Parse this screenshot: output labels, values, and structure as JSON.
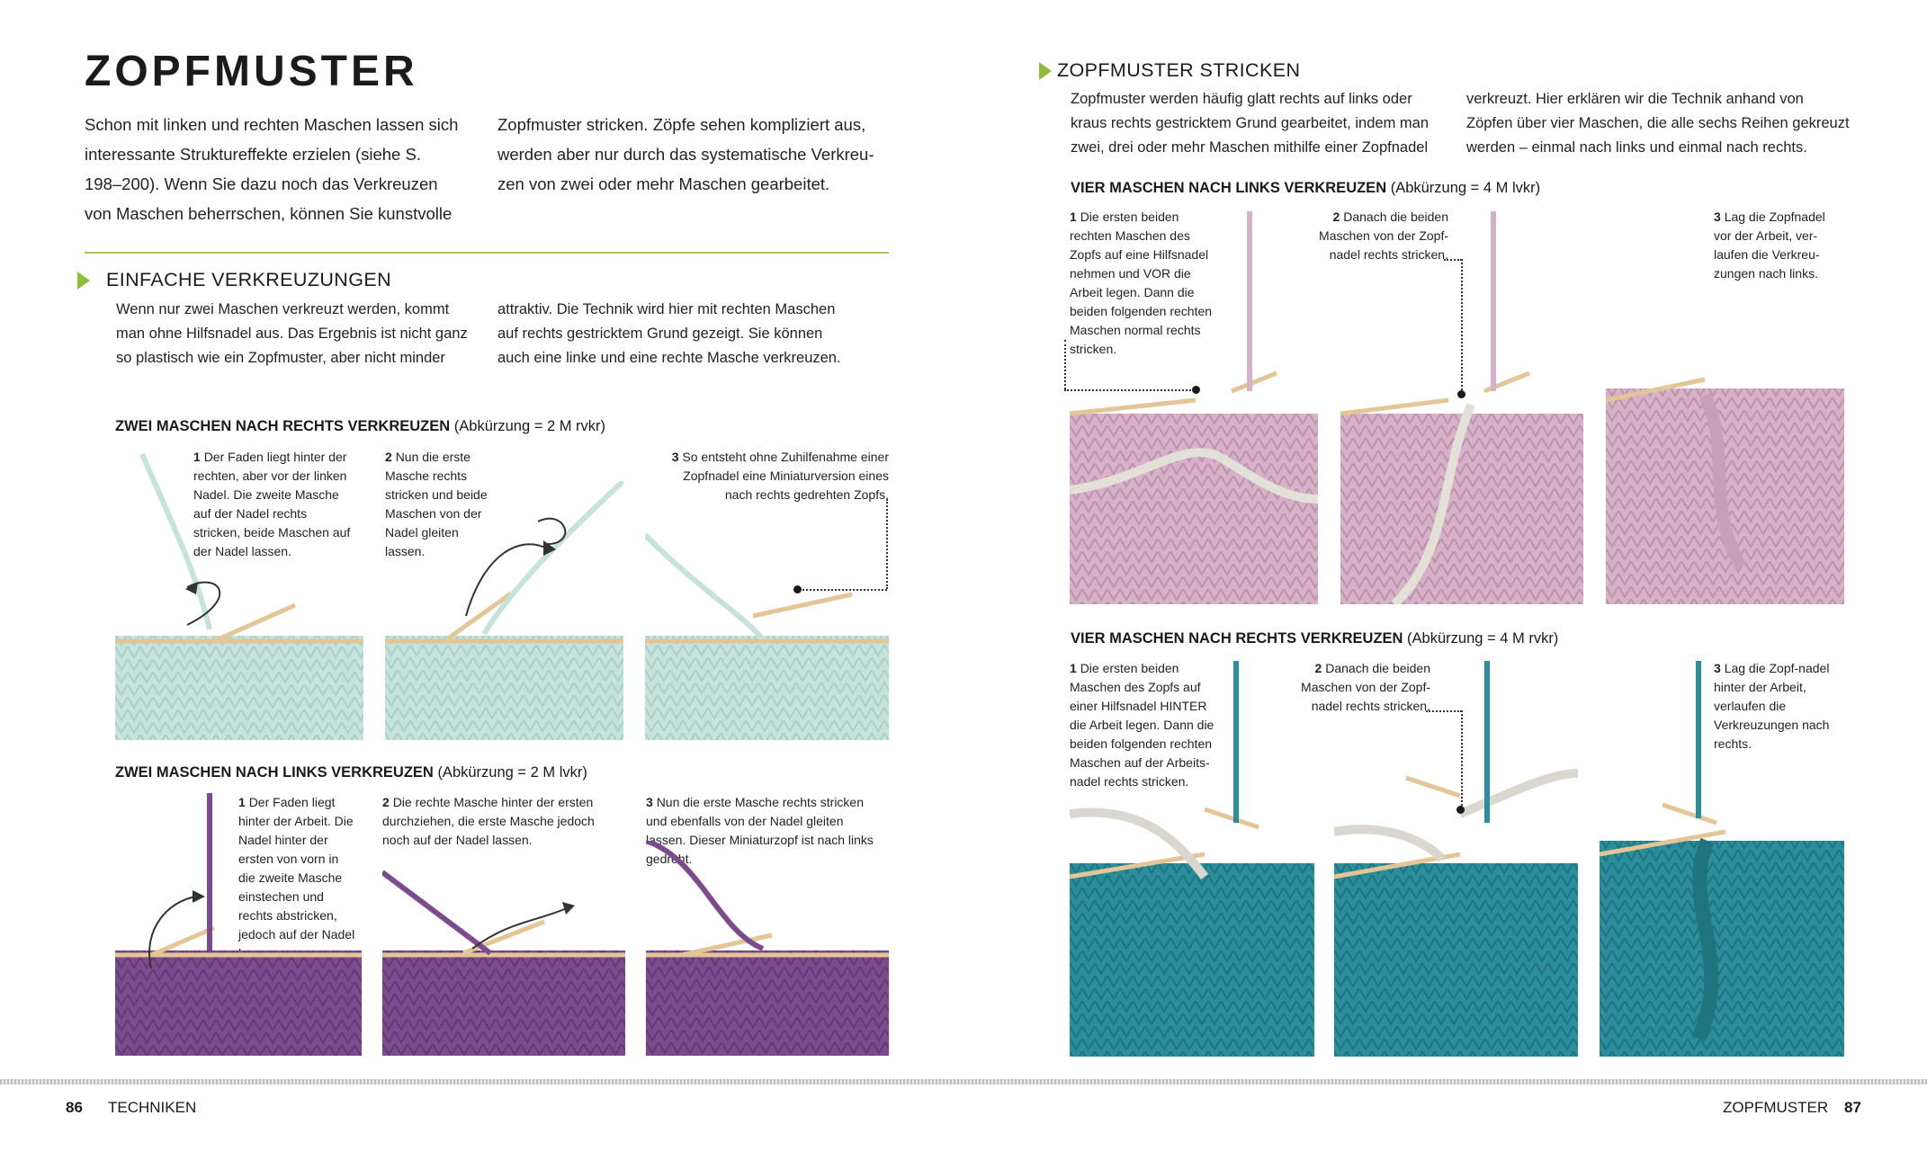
{
  "left": {
    "title": "ZOPFMUSTER",
    "intro_col1": "Schon mit linken und rechten Maschen lassen sich interessante Struktureffekte erzielen (siehe S. 198–200). Wenn Sie dazu noch das Verkreuzen von Maschen beherrschen, können Sie kunstvolle",
    "intro_col2": "Zopfmuster stricken. Zöpfe sehen kompliziert aus, werden aber nur durch das systematische Verkreu-zen von zwei oder mehr Maschen gearbeitet.",
    "section_title": "EINFACHE VERKREUZUNGEN",
    "section_col1": "Wenn nur zwei Maschen verkreuzt werden, kommt man ohne Hilfsnadel aus. Das Ergebnis ist nicht ganz so plastisch wie ein Zopfmuster, aber nicht minder",
    "section_col2": "attraktiv. Die Technik wird hier mit rechten Maschen auf rechts gestricktem Grund gezeigt. Sie können auch eine linke und eine rechte Masche verkreuzen.",
    "rvkr": {
      "heading": "ZWEI MASCHEN NACH RECHTS VERKREUZEN",
      "abbr": "(Abkürzung = 2 M rvkr)",
      "s1n": "1",
      "s1": "Der Faden liegt hinter der rechten, aber vor der linken Nadel. Die zweite Masche auf der Nadel rechts stricken, beide Maschen auf der Nadel lassen.",
      "s2n": "2",
      "s2": "Nun die erste Masche rechts stricken und beide Maschen von der Nadel gleiten lassen.",
      "s3n": "3",
      "s3": "So entsteht ohne Zuhilfenahme einer Zopfnadel eine Miniaturversion eines nach rechts gedrehten Zopfs."
    },
    "lvkr": {
      "heading": "ZWEI MASCHEN NACH LINKS VERKREUZEN",
      "abbr": "(Abkürzung = 2 M lvkr)",
      "s1n": "1",
      "s1": "Der Faden liegt hinter der Arbeit. Die Nadel hinter der ersten von vorn in die zweite Masche einstechen und rechts abstricken, jedoch auf der Nadel lassen.",
      "s2n": "2",
      "s2": "Die rechte Masche hinter der ersten durchziehen, die erste Masche jedoch noch auf der Nadel lassen.",
      "s3n": "3",
      "s3": "Nun die erste Masche rechts stricken und ebenfalls von der Nadel gleiten lassen. Dieser Miniaturzopf ist nach links gedreht."
    },
    "footer_page": "86",
    "footer_label": "TECHNIKEN"
  },
  "right": {
    "section_title": "ZOPFMUSTER STRICKEN",
    "col1": "Zopfmuster werden häufig glatt rechts auf links oder kraus rechts gestricktem Grund gearbeitet, indem man zwei, drei oder mehr Maschen mithilfe einer Zopfnadel",
    "col2": "verkreuzt. Hier erklären wir die Technik anhand von Zöpfen über vier Maschen, die alle sechs Reihen gekreuzt werden – einmal nach links und einmal nach rechts.",
    "lvkr4": {
      "heading": "VIER MASCHEN NACH LINKS VERKREUZEN",
      "abbr": "(Abkürzung = 4 M lvkr)",
      "s1n": "1",
      "s1": "Die ersten beiden rechten Maschen des Zopfs auf eine Hilfsnadel nehmen und VOR die Arbeit legen. Dann die beiden folgenden rechten Maschen normal rechts stricken.",
      "s2n": "2",
      "s2": "Danach die beiden Maschen von der Zopf-nadel rechts stricken.",
      "s3n": "3",
      "s3": "Lag die Zopfnadel vor der Arbeit, ver-laufen die Verkreu-zungen nach links."
    },
    "rvkr4": {
      "heading": "VIER MASCHEN NACH RECHTS VERKREUZEN",
      "abbr": "(Abkürzung = 4 M rvkr)",
      "s1n": "1",
      "s1": "Die ersten beiden Maschen des Zopfs auf einer Hilfsnadel HINTER die Arbeit legen. Dann die beiden folgenden rechten Maschen auf der Arbeits-nadel rechts stricken.",
      "s2n": "2",
      "s2": "Danach die beiden Maschen von der Zopf-nadel rechts stricken.",
      "s3n": "3",
      "s3": "Lag die Zopf-nadel hinter der Arbeit, verlaufen die Verkreuzungen nach rechts."
    },
    "footer_label": "ZOPFMUSTER",
    "footer_page": "87"
  },
  "colors": {
    "accent_green": "#8fbd3a",
    "mint_yarn": "#c7e3dc",
    "purple_yarn": "#7a4a8c",
    "pink_yarn": "#d9b3c9",
    "teal_yarn": "#2a8c99",
    "needle": "#e8c89a"
  }
}
